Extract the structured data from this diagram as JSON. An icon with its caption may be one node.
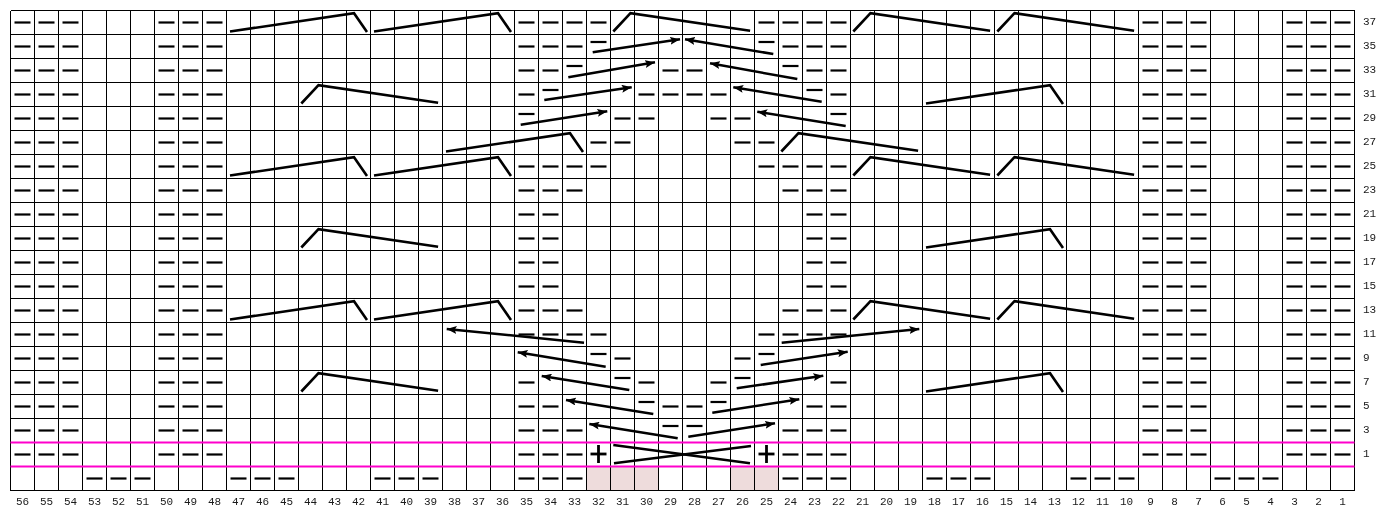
{
  "diagram": {
    "labels": [
      "37",
      "35",
      "33",
      "31",
      "29",
      "27",
      "25",
      "23",
      "21",
      "19",
      "17",
      "15",
      "13",
      "11",
      "9",
      "7",
      "5",
      "3",
      "1",
      "56",
      "55",
      "54",
      "53",
      "52",
      "51",
      "50",
      "49",
      "48",
      "47",
      "46",
      "45",
      "44",
      "43",
      "42",
      "41",
      "40",
      "39",
      "38",
      "37",
      "36",
      "35",
      "34",
      "33",
      "32",
      "31",
      "30",
      "29",
      "28",
      "27",
      "26",
      "25",
      "24",
      "23",
      "22",
      "21",
      "20",
      "19",
      "18",
      "17",
      "16",
      "15",
      "14",
      "13",
      "12",
      "11",
      "10",
      "9",
      "8",
      "7",
      "6",
      "5",
      "4",
      "3",
      "2",
      "1"
    ]
  }
}
